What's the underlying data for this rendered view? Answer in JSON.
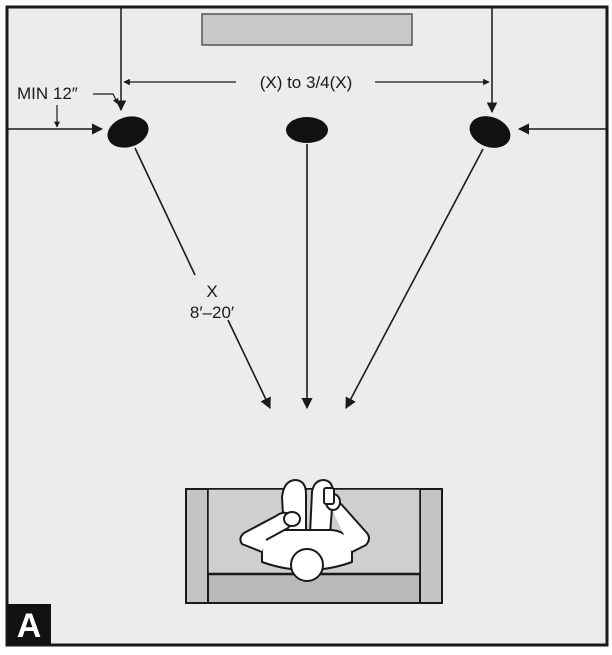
{
  "diagram": {
    "labels": {
      "wall_clearance": "MIN 12″",
      "speaker_spacing": "(X) to 3/4(X)",
      "distance_symbol": "X",
      "distance_range": "8′–20′"
    },
    "panel_letter": "A",
    "colors": {
      "room_floor": "#ececec",
      "outline": "#1a1a1a",
      "screen": "#c8c8c8",
      "speaker": "#111111",
      "sofa": "#b9b9b9",
      "sofa_seat": "#cfcfcf",
      "person": "#ffffff",
      "badge": "#111111"
    }
  }
}
